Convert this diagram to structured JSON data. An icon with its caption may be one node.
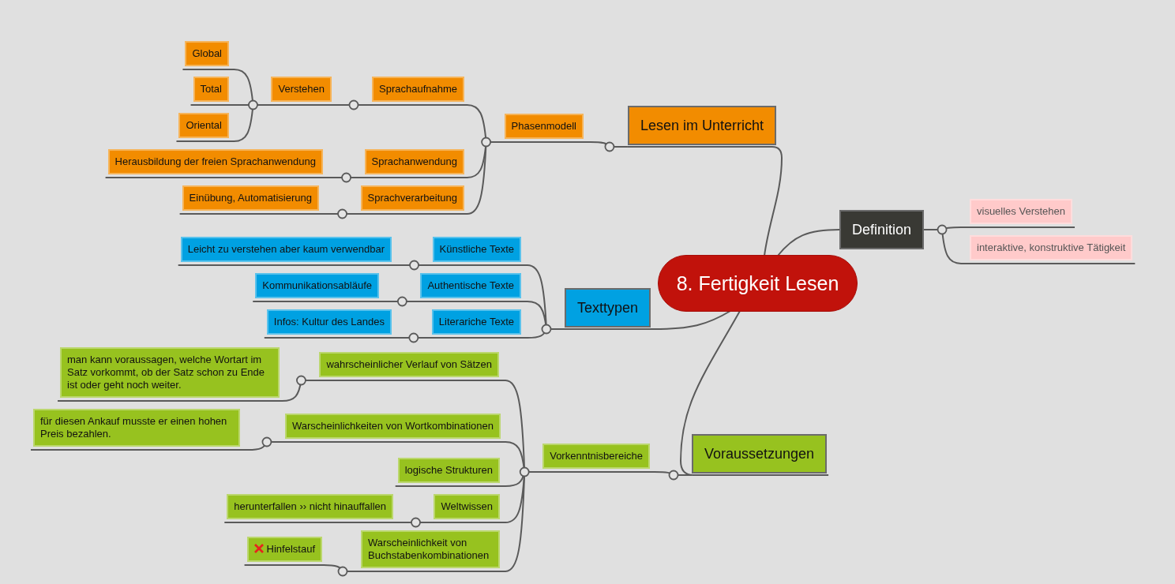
{
  "diagram": {
    "nodes": [
      {
        "text": [
          "8. Fertigkeit Lesen"
        ]
      },
      {
        "text": [
          "Lesen im Unterricht"
        ]
      },
      {
        "text": [
          "Phasenmodell"
        ]
      },
      {
        "text": [
          "Sprachaufnahme"
        ]
      },
      {
        "text": [
          "Verstehen"
        ]
      },
      {
        "text": [
          "Global"
        ]
      },
      {
        "text": [
          "Total"
        ]
      },
      {
        "text": [
          "Oriental"
        ]
      },
      {
        "text": [
          "Sprachanwendung"
        ]
      },
      {
        "text": [
          "Herausbildung der freien Sprachanwendung"
        ]
      },
      {
        "text": [
          "Sprachverarbeitung"
        ]
      },
      {
        "text": [
          "Einübung, Automatisierung"
        ]
      },
      {
        "text": [
          "Definition"
        ]
      },
      {
        "text": [
          "visuelles Verstehen"
        ]
      },
      {
        "text": [
          "interaktive, konstruktive Tätigkeit"
        ]
      },
      {
        "text": [
          "Texttypen"
        ]
      },
      {
        "text": [
          "Künstliche Texte"
        ]
      },
      {
        "text": [
          "Leicht zu verstehen aber kaum verwendbar"
        ]
      },
      {
        "text": [
          "Authentische Texte"
        ]
      },
      {
        "text": [
          "Kommunikationsabläufe"
        ]
      },
      {
        "text": [
          "Literariche Texte"
        ]
      },
      {
        "text": [
          "Infos: Kultur des Landes"
        ]
      },
      {
        "text": [
          "Voraussetzungen"
        ]
      },
      {
        "text": [
          "Vorkenntnisbereiche"
        ]
      },
      {
        "text": [
          "wahrscheinlicher Verlauf von Sätzen"
        ]
      },
      {
        "text": [
          "man kann voraussagen, welche Wortart im Satz vorkommt, ob der Satz schon zu Ende ist oder geht noch weiter."
        ]
      },
      {
        "text": [
          "Warscheinlichkeiten von Wortkombinationen"
        ]
      },
      {
        "text": [
          "für diesen Ankauf musste er einen hohen Preis bezahlen."
        ]
      },
      {
        "text": [
          "logische Strukturen"
        ]
      },
      {
        "text": [
          "Weltwissen"
        ]
      },
      {
        "text": [
          "herunterfallen ›› nicht hinauffallen"
        ]
      },
      {
        "text": [
          "Warscheinlichkeit von Buchstabenkombinationen"
        ]
      },
      {
        "text": [
          "Hinfelstauf"
        ]
      }
    ],
    "edges": [
      {
        "from": 0,
        "to": 1,
        "arrow": "none"
      },
      {
        "from": 1,
        "to": 2,
        "arrow": "none"
      },
      {
        "from": 2,
        "to": 3,
        "arrow": "none"
      },
      {
        "from": 3,
        "to": 4,
        "arrow": "none"
      },
      {
        "from": 4,
        "to": 5,
        "arrow": "none"
      },
      {
        "from": 4,
        "to": 6,
        "arrow": "none"
      },
      {
        "from": 4,
        "to": 7,
        "arrow": "none"
      },
      {
        "from": 2,
        "to": 8,
        "arrow": "none"
      },
      {
        "from": 8,
        "to": 9,
        "arrow": "none"
      },
      {
        "from": 2,
        "to": 10,
        "arrow": "none"
      },
      {
        "from": 10,
        "to": 11,
        "arrow": "none"
      },
      {
        "from": 0,
        "to": 12,
        "arrow": "none"
      },
      {
        "from": 12,
        "to": 13,
        "arrow": "none"
      },
      {
        "from": 12,
        "to": 14,
        "arrow": "none"
      },
      {
        "from": 0,
        "to": 15,
        "arrow": "none"
      },
      {
        "from": 15,
        "to": 16,
        "arrow": "none"
      },
      {
        "from": 16,
        "to": 17,
        "arrow": "none"
      },
      {
        "from": 15,
        "to": 18,
        "arrow": "none"
      },
      {
        "from": 18,
        "to": 19,
        "arrow": "none"
      },
      {
        "from": 15,
        "to": 20,
        "arrow": "none"
      },
      {
        "from": 20,
        "to": 21,
        "arrow": "none"
      },
      {
        "from": 0,
        "to": 22,
        "arrow": "none"
      },
      {
        "from": 22,
        "to": 23,
        "arrow": "none"
      },
      {
        "from": 23,
        "to": 24,
        "arrow": "none"
      },
      {
        "from": 24,
        "to": 25,
        "arrow": "none"
      },
      {
        "from": 23,
        "to": 26,
        "arrow": "none"
      },
      {
        "from": 26,
        "to": 27,
        "arrow": "none"
      },
      {
        "from": 23,
        "to": 28,
        "arrow": "none"
      },
      {
        "from": 23,
        "to": 29,
        "arrow": "none"
      },
      {
        "from": 29,
        "to": 30,
        "arrow": "none"
      },
      {
        "from": 23,
        "to": 31,
        "arrow": "none"
      },
      {
        "from": 31,
        "to": 32,
        "arrow": "none"
      }
    ]
  }
}
